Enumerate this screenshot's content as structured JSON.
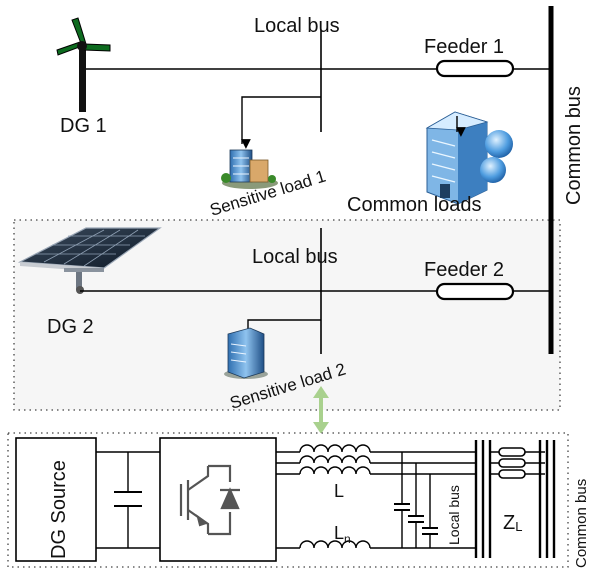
{
  "top_section": {
    "dg1_label": "DG 1",
    "local_bus_label": "Local bus",
    "feeder1_label": "Feeder 1",
    "sensitive_load1_label": "Sensitive load 1",
    "common_loads_label": "Common loads",
    "common_bus_label": "Common bus"
  },
  "middle_section": {
    "dg2_label": "DG 2",
    "local_bus_label": "Local bus",
    "feeder2_label": "Feeder 2",
    "sensitive_load2_label": "Sensitive load 2"
  },
  "bottom_section": {
    "dg_source_label": "DG Source",
    "inductor_l_label": "L",
    "inductor_ln_base": "L",
    "inductor_ln_sub": "n",
    "local_bus_label": "Local bus",
    "zl_base": "Z",
    "zl_sub": "L",
    "common_bus_label": "Common bus"
  },
  "colors": {
    "wire": "#000000",
    "panel_fill": "#f6f6f6",
    "arrow_green": "#a9d18e"
  },
  "icons": [
    "wind-turbine-icon",
    "solar-panel-icon",
    "building-icon",
    "data-center-icon",
    "igbt-switch-icon"
  ]
}
